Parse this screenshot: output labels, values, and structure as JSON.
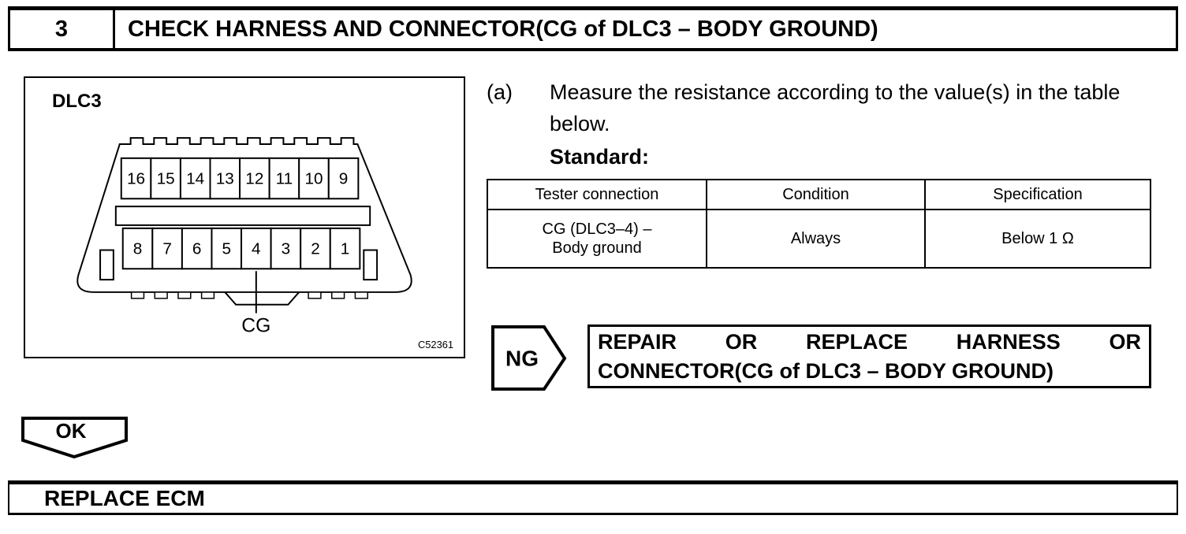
{
  "header": {
    "step_number": "3",
    "title": "CHECK HARNESS AND CONNECTOR(CG of DLC3 – BODY GROUND)"
  },
  "diagram": {
    "label": "DLC3",
    "pins_top": [
      "16",
      "15",
      "14",
      "13",
      "12",
      "11",
      "10",
      "9"
    ],
    "pins_bottom": [
      "8",
      "7",
      "6",
      "5",
      "4",
      "3",
      "2",
      "1"
    ],
    "pin_callout": "CG",
    "figure_code": "C52361"
  },
  "instruction": {
    "item_letter": "(a)",
    "text": "Measure the resistance according to the value(s) in the table below.",
    "standard_label": "Standard:"
  },
  "table": {
    "headers": [
      "Tester connection",
      "Condition",
      "Specification"
    ],
    "rows": [
      {
        "tester_connection_line1": "CG (DLC3–4) –",
        "tester_connection_line2": "Body ground",
        "condition": "Always",
        "specification": "Below 1 Ω"
      }
    ]
  },
  "ng": {
    "label": "NG",
    "action_line1": "REPAIR OR REPLACE HARNESS OR",
    "action_line2": "CONNECTOR(CG of DLC3 – BODY GROUND)"
  },
  "ok": {
    "label": "OK"
  },
  "footer": {
    "action": "REPLACE ECM"
  }
}
